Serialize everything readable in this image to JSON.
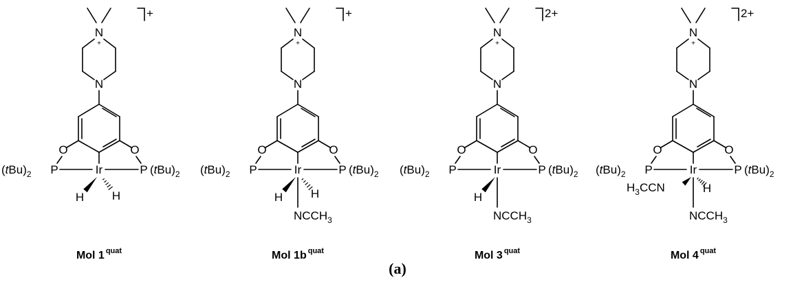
{
  "panel_label": "(a)",
  "atoms": {
    "nitrogen": "N",
    "oxygen": "O",
    "phosphorus": "P",
    "iridium": "Ir",
    "hydrogen": "H",
    "plus_mark": "+"
  },
  "substituents": {
    "tbu_left": "(tBu)",
    "tbu_right": "(tBu)",
    "subscript_2": "2",
    "acetonitrile_right": "NCCH",
    "acetonitrile_left_prefix": "H",
    "acetonitrile_left_mid": "CCN",
    "subscript_3": "3"
  },
  "molecules": [
    {
      "caption": "Mol 1",
      "superscript": "quat",
      "charge": "+",
      "ligands": [
        "H",
        "H"
      ]
    },
    {
      "caption": "Mol 1b",
      "superscript": "quat",
      "charge": "+",
      "ligands": [
        "H",
        "H",
        "NCCH3"
      ]
    },
    {
      "caption": "Mol 3",
      "superscript": "quat",
      "charge": "2+",
      "ligands": [
        "H",
        "NCCH3"
      ]
    },
    {
      "caption": "Mol 4",
      "superscript": "quat",
      "charge": "2+",
      "ligands": [
        "H3CCN",
        "H",
        "NCCH3"
      ]
    }
  ]
}
